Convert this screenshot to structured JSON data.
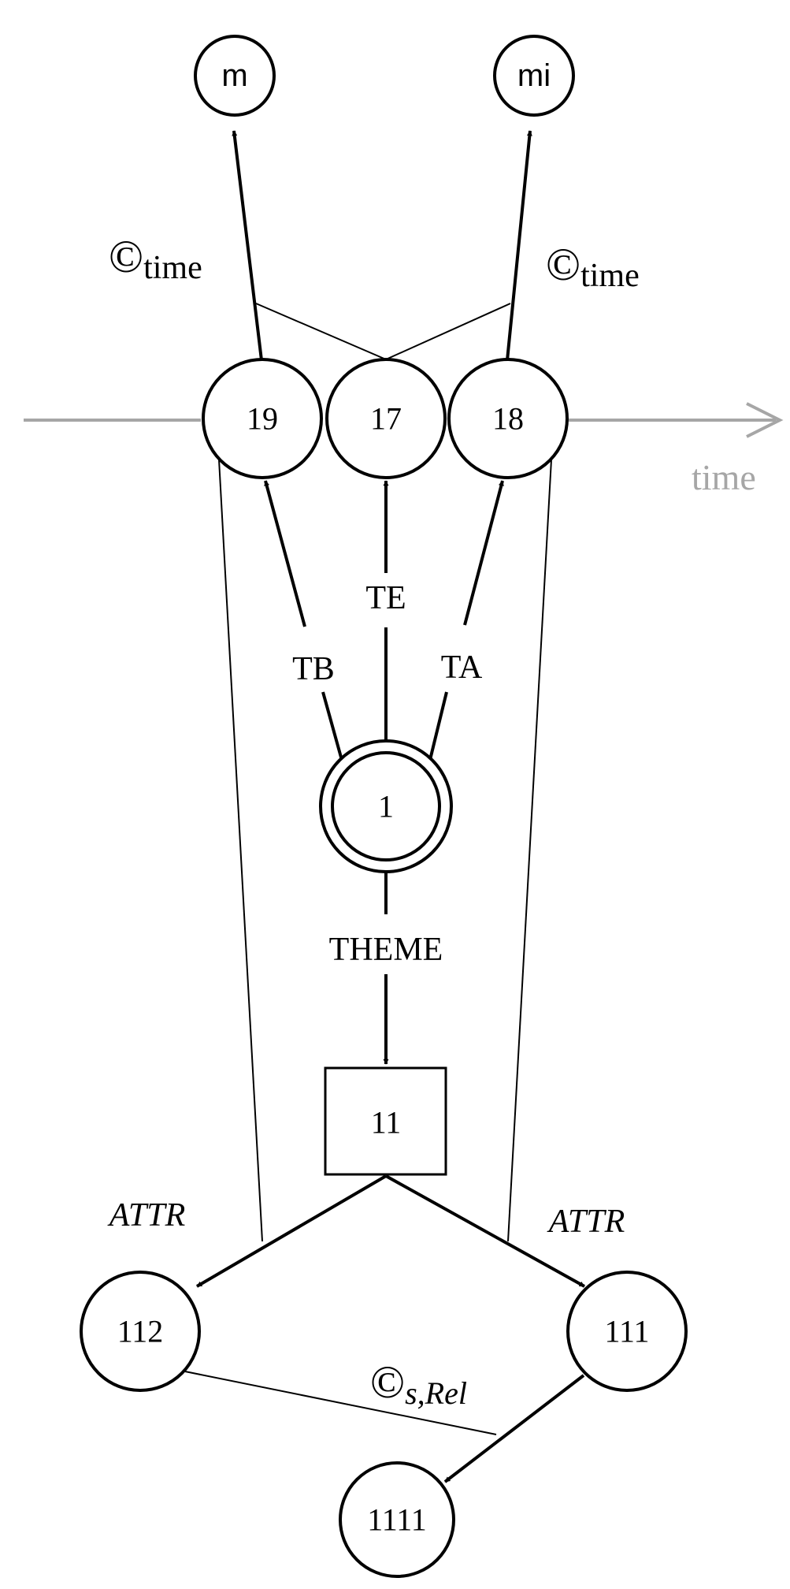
{
  "nodes": {
    "m": "m",
    "mi": "mi",
    "n19": "19",
    "n17": "17",
    "n18": "18",
    "n1": "1",
    "n11": "11",
    "n112": "112",
    "n111": "111",
    "n1111": "1111"
  },
  "edge_labels": {
    "tb": "TB",
    "te": "TE",
    "ta": "TA",
    "theme": "THEME",
    "attr_left": "ATTR",
    "attr_right": "ATTR"
  },
  "constraints": {
    "symbol": "©",
    "time_left_sub": "time",
    "time_right_sub": "time",
    "srel_sub": "s,Rel"
  },
  "axis": {
    "label": "time"
  },
  "colors": {
    "line": "#000000",
    "axis": "#a6a6a6"
  }
}
